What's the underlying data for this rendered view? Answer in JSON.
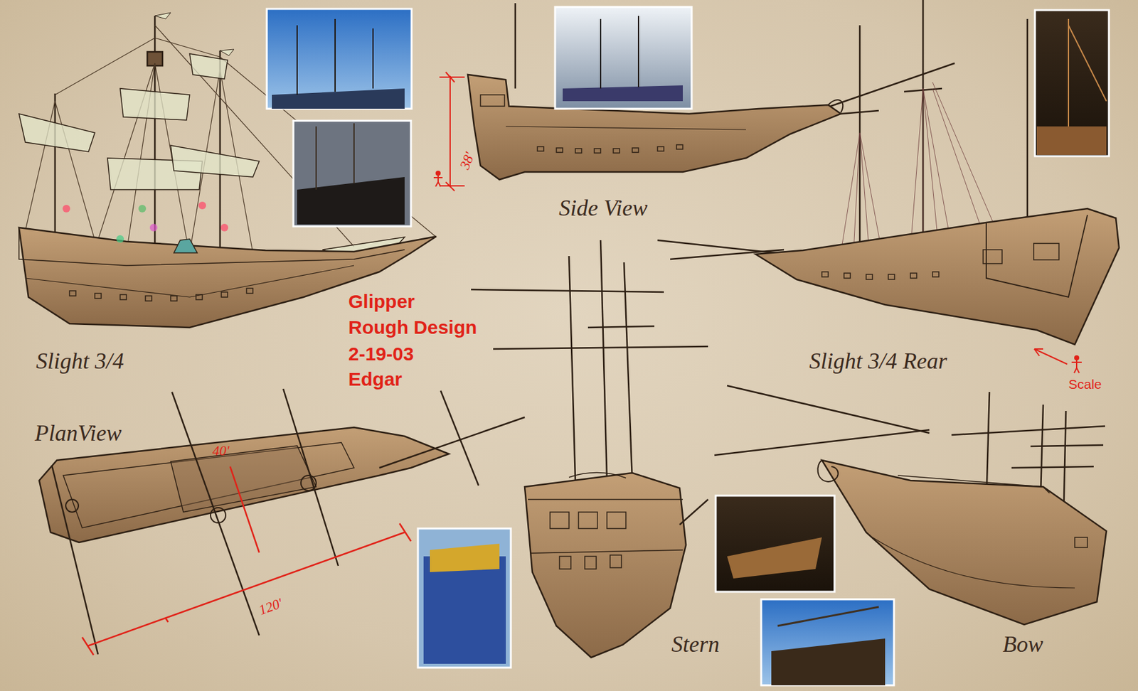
{
  "diagram": {
    "title": "Glipper",
    "labels": [
      "Side View",
      "38'",
      "Slight 3/4",
      "Slight 3/4 Rear",
      "Scale",
      "PlanView",
      "40'",
      "Rough Design",
      "2-19-03",
      "Edgar",
      "120'",
      "Stern",
      "Bow"
    ]
  }
}
